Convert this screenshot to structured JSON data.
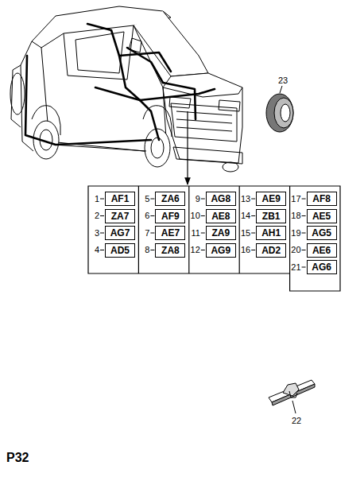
{
  "diagram": {
    "nodes": [
      {
        "text": [
          "AF1"
        ]
      },
      {
        "text": [
          "ZA7"
        ]
      },
      {
        "text": [
          "AG7"
        ]
      },
      {
        "text": [
          "AD5"
        ]
      },
      {
        "text": [
          "ZA6"
        ]
      },
      {
        "text": [
          "AF9"
        ]
      },
      {
        "text": [
          "AE7"
        ]
      },
      {
        "text": [
          "ZA8"
        ]
      },
      {
        "text": [
          "AG8"
        ]
      },
      {
        "text": [
          "AE8"
        ]
      },
      {
        "text": [
          "ZA9"
        ]
      },
      {
        "text": [
          "AG9"
        ]
      },
      {
        "text": [
          "AE9"
        ]
      },
      {
        "text": [
          "ZB1"
        ]
      },
      {
        "text": [
          "AH1"
        ]
      },
      {
        "text": [
          "AD2"
        ]
      },
      {
        "text": [
          "AF8"
        ]
      },
      {
        "text": [
          "AE5"
        ]
      },
      {
        "text": [
          "AG5"
        ]
      },
      {
        "text": [
          "AE6"
        ]
      },
      {
        "text": [
          "AG6"
        ]
      }
    ],
    "labels": [
      "1",
      "2",
      "3",
      "4",
      "5",
      "6",
      "7",
      "8",
      "9",
      "10",
      "11",
      "12",
      "13",
      "14",
      "15",
      "16",
      "17",
      "18",
      "19",
      "20",
      "21",
      "23",
      "22",
      "P32"
    ]
  }
}
